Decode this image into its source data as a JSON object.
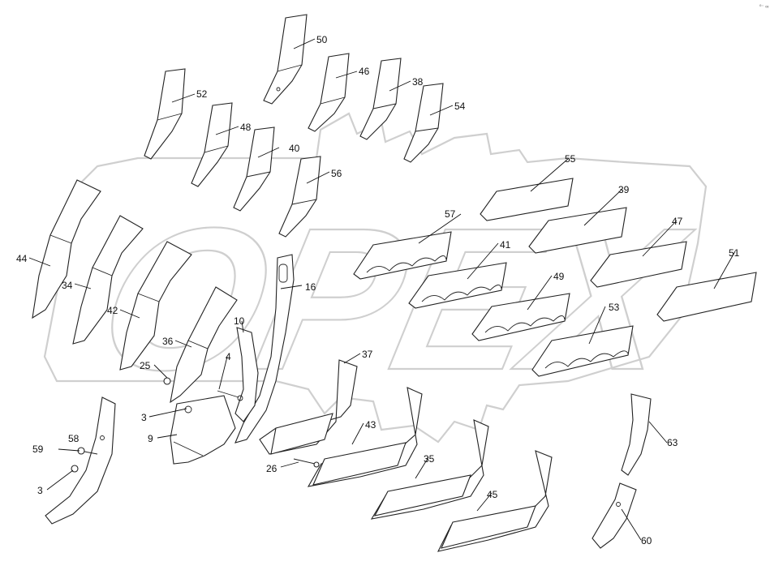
{
  "corner_mark": "⁰⁻ ∞",
  "watermark": {
    "brand": "OPEX",
    "color": "#cfcfcf"
  },
  "labels": {
    "p3a": "3",
    "p3b": "3",
    "p4": "4",
    "p9": "9",
    "p10": "10",
    "p16": "16",
    "p25": "25",
    "p26": "26",
    "p34": "34",
    "p35": "35",
    "p36": "36",
    "p37": "37",
    "p38": "38",
    "p39": "39",
    "p40": "40",
    "p41": "41",
    "p42": "42",
    "p43": "43",
    "p44": "44",
    "p45": "45",
    "p46": "46",
    "p47": "47",
    "p48": "48",
    "p49": "49",
    "p50": "50",
    "p51": "51",
    "p52": "52",
    "p53": "53",
    "p54": "54",
    "p55": "55",
    "p56": "56",
    "p57": "57",
    "p58": "58",
    "p59": "59",
    "p60": "60",
    "p63": "63"
  }
}
